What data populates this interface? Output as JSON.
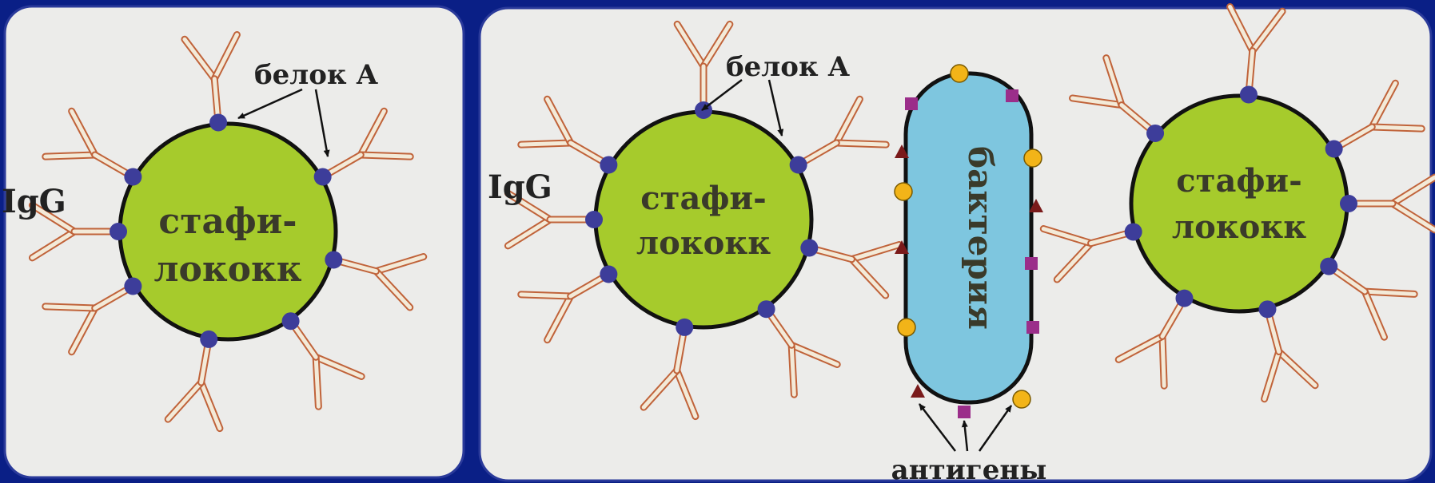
{
  "colors": {
    "background": "#0a1f86",
    "panel": "#ececea",
    "panel_border": "#2a3a9a",
    "staph": "#a6cb2c",
    "bacterium": "#7ec6df",
    "antibody": "#c0633a",
    "protein_a": "#3d3d9a",
    "antigen_circle": "#f2b418",
    "antigen_square": "#9b2e8a",
    "antigen_triangle": "#7a1a1a"
  },
  "left_panel": {
    "igg_label": "IgG",
    "protein_a_label": "белок А",
    "staph_label_line1": "стафи-",
    "staph_label_line2": "лококк"
  },
  "right_panel": {
    "igg_label": "IgG",
    "protein_a_label": "белок А",
    "staph1_line1": "стафи-",
    "staph1_line2": "лококк",
    "staph2_line1": "стафи-",
    "staph2_line2": "лококк",
    "bacterium_label": "бактерия",
    "antigens_label": "антигены"
  }
}
